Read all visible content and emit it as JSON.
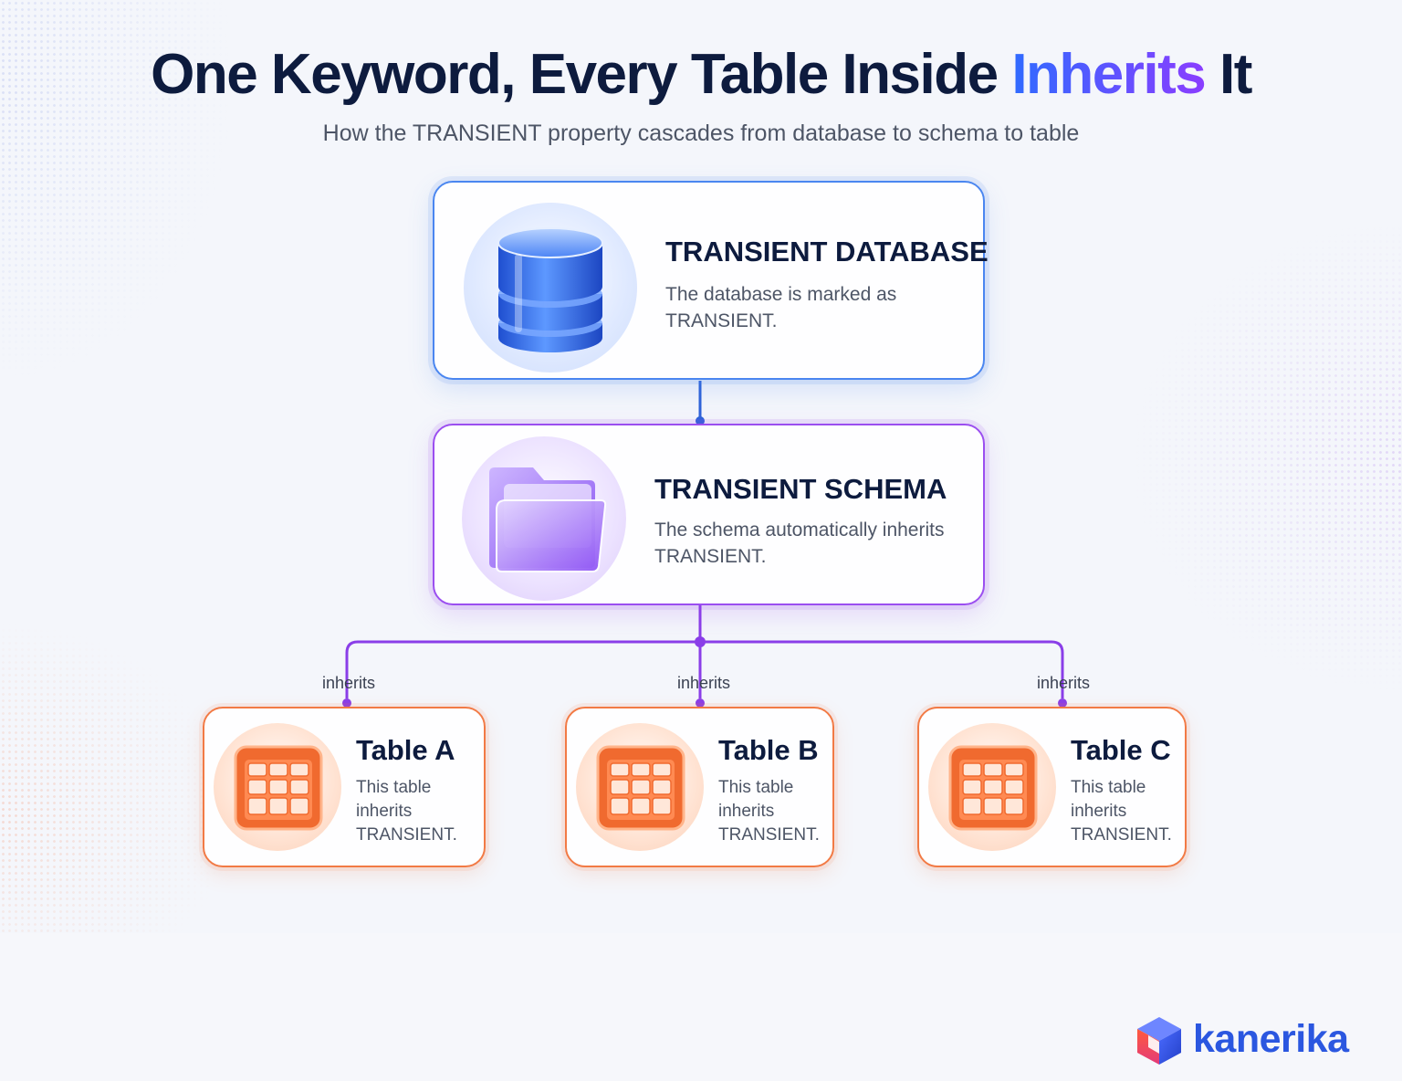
{
  "title": {
    "before": "One Keyword, Every Table Inside ",
    "highlight": "Inherits",
    "after": " It"
  },
  "subtitle": "How the TRANSIENT property cascades from database to schema to table",
  "database": {
    "title": "TRANSIENT DATABASE",
    "description": "The database is marked as TRANSIENT.",
    "icon": "database-icon"
  },
  "schema": {
    "title": "TRANSIENT SCHEMA",
    "description": "The schema automatically inherits TRANSIENT.",
    "icon": "folder-icon"
  },
  "edge_label": "inherits",
  "tables": [
    {
      "title": "Table A",
      "description": "This table inherits TRANSIENT.",
      "icon": "table-icon"
    },
    {
      "title": "Table B",
      "description": "This table inherits TRANSIENT.",
      "icon": "table-icon"
    },
    {
      "title": "Table C",
      "description": "This table inherits TRANSIENT.",
      "icon": "table-icon"
    }
  ],
  "brand": {
    "name": "kanerika",
    "icon": "cube-logo-icon"
  },
  "colors": {
    "database": "#4a86f0",
    "schema": "#9b4ef0",
    "table": "#f27a45",
    "title": "#0d1b3e",
    "brand": "#2b57e0"
  }
}
